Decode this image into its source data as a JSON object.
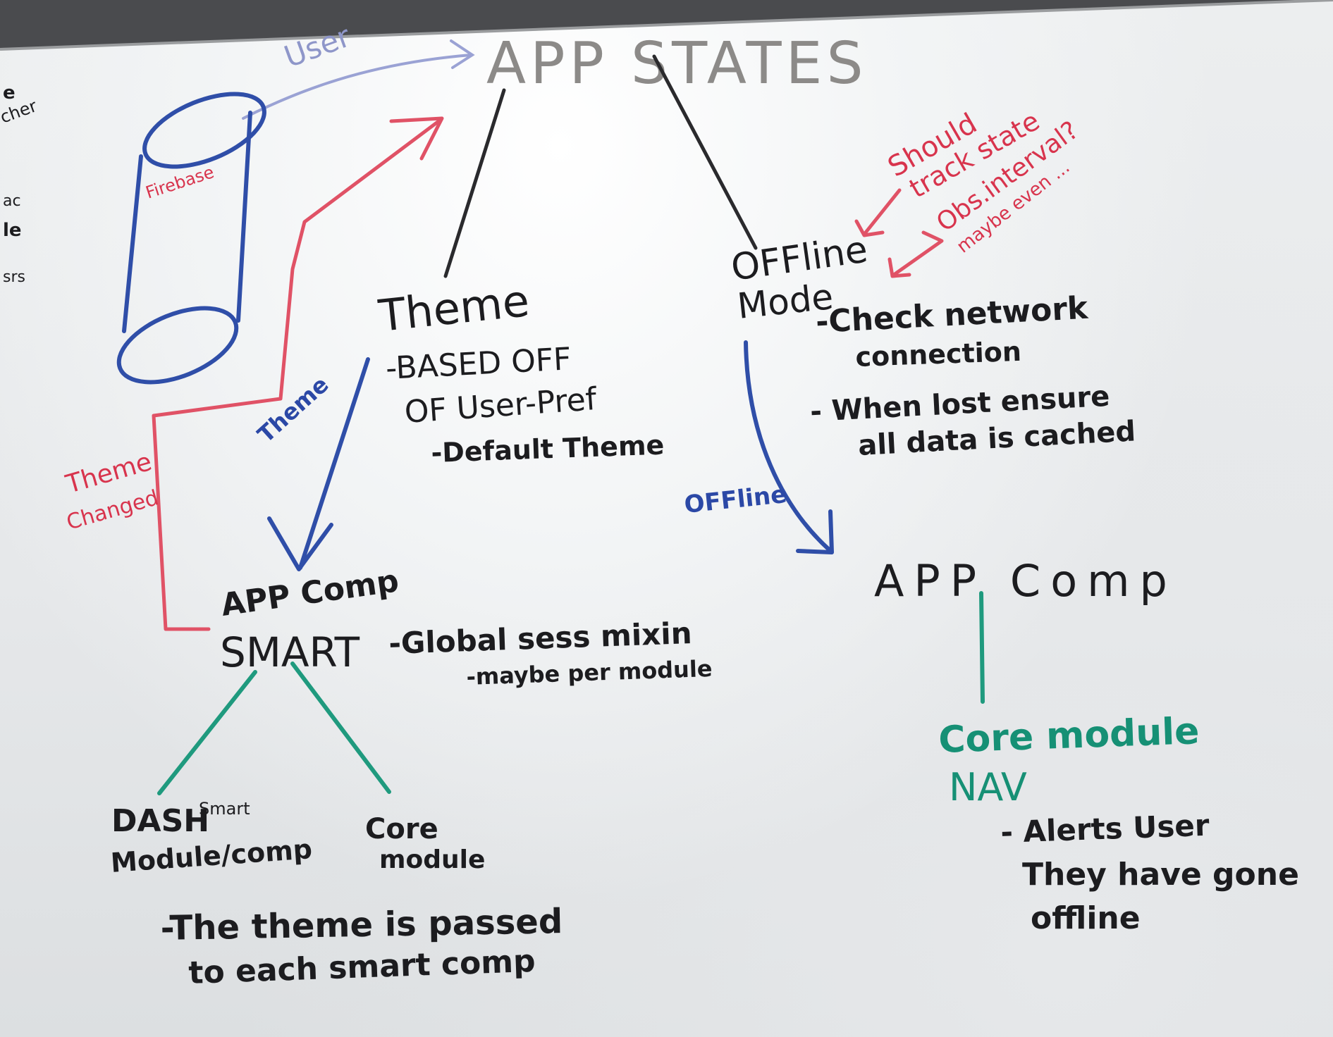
{
  "board": {
    "title": "APP STATES",
    "user_arrow_label": "User",
    "firebase_label": "Firebase",
    "left_margin_fragments": [
      "e",
      "cher",
      "ac",
      "le",
      "srs"
    ],
    "theme": {
      "heading": "Theme",
      "note_1": "-BASED OFF",
      "note_2": "OF User-Pref",
      "note_3": "-Default Theme"
    },
    "theme_arrow_label": "Theme",
    "theme_changed_label_1": "Theme",
    "theme_changed_label_2": "Changed",
    "app_comp_smart": {
      "line_1": "APP Comp",
      "line_2": "SMART",
      "note_1": "-Global sess mixin",
      "note_2": "-maybe per module"
    },
    "dash": {
      "line_1": "DASH",
      "smart_tag": "Smart",
      "line_2": "Module/comp"
    },
    "core_left": {
      "line_1": "Core",
      "line_2": "module"
    },
    "theme_passed": {
      "line_1": "-The theme is passed",
      "line_2": "to each smart comp"
    },
    "offline": {
      "line_1": "OFFline",
      "line_2": "Mode",
      "note_1": "-Check network",
      "note_2": "connection",
      "note_3": "- When lost ensure",
      "note_4": "all data is cached"
    },
    "offline_arrow_label": "OFFline",
    "red_note": {
      "line_1": "Should",
      "line_2": "track state",
      "line_3": "Obs.interval?",
      "line_4": "maybe even ..."
    },
    "app_comp_right": "APP Comp",
    "core_module_right": {
      "line_1": "Core module",
      "line_2": "NAV",
      "note_1": "- Alerts User",
      "note_2": "They have gone",
      "note_3": "offline"
    }
  }
}
